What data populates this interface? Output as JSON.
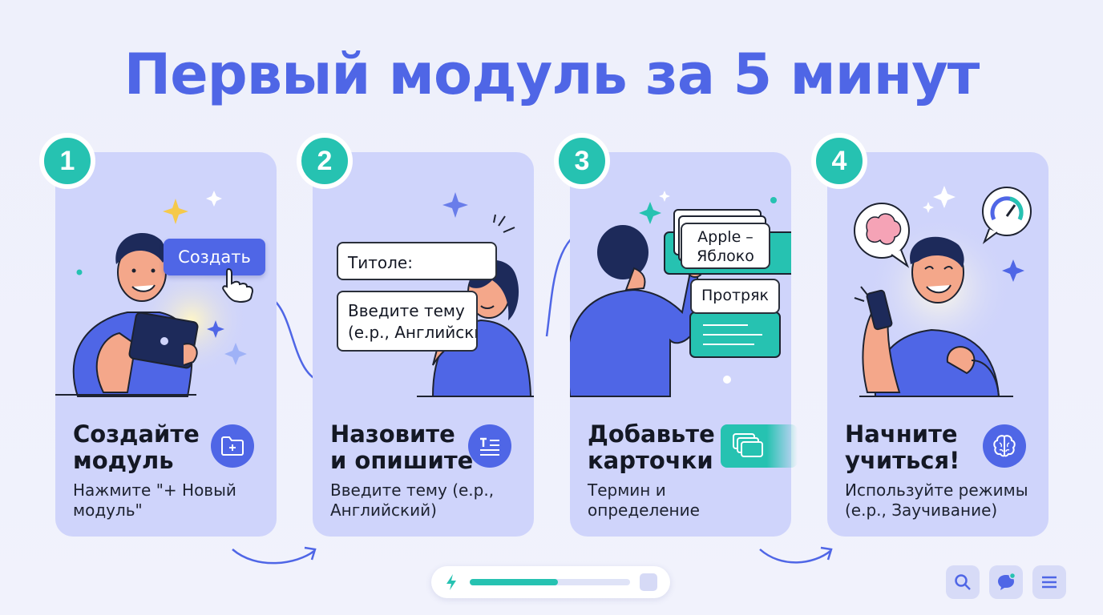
{
  "title": "Первый модуль за 5 минут",
  "colors": {
    "accent": "#4f66e6",
    "teal": "#26c2b1",
    "card_bg": "#cfd4fb",
    "text_dark": "#141824"
  },
  "steps": [
    {
      "number": "1",
      "title": "Создайте модуль",
      "description": "Нажмите \"+ Новый модуль\"",
      "icon": "folder-plus-icon",
      "scene_button": "Создать"
    },
    {
      "number": "2",
      "title": "Назовите и опишите",
      "description": "Введите тему (e.p., Английский)",
      "icon": "text-lines-icon",
      "field_title": "Титоле:",
      "field_topic_line1": "Введите тему",
      "field_topic_line2": "(e.p., Английски"
    },
    {
      "number": "3",
      "title": "Добавьте карточки",
      "description": "Термин и определение",
      "icon": "cards-stack-icon",
      "card_term_line1": "Apple –",
      "card_term_line2": "Яблоко",
      "card_second": "Протряк"
    },
    {
      "number": "4",
      "title": "Начните учиться!",
      "description": "Используйте режимы (e.p., Заучивание)",
      "icon": "brain-icon"
    }
  ],
  "progress": {
    "fraction": 0.55
  },
  "toolbar": {
    "buttons": [
      "search-icon",
      "chat-icon",
      "menu-icon"
    ]
  }
}
